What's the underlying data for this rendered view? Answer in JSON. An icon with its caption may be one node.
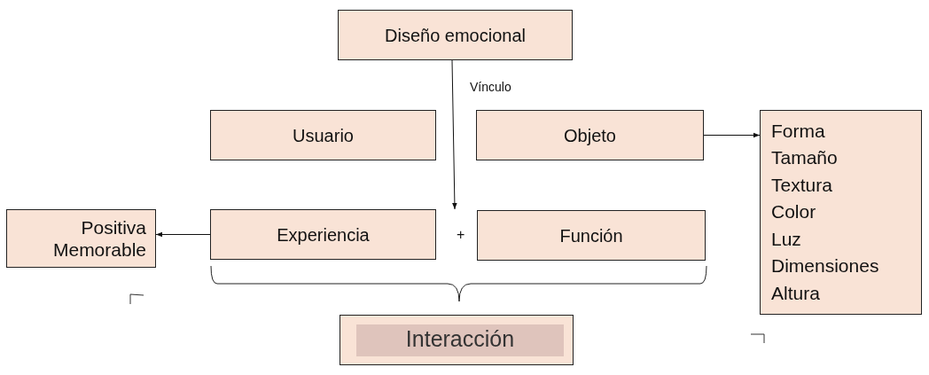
{
  "diagram": {
    "nodes": [
      {
        "text": [
          "Diseño emocional"
        ]
      },
      {
        "text": [
          "Usuario"
        ]
      },
      {
        "text": [
          "Objeto"
        ]
      },
      {
        "text": [
          "Forma",
          "Tamaño",
          "Textura",
          "Color",
          "Luz",
          "Dimensiones",
          "Altura"
        ]
      },
      {
        "text": [
          "Positiva Memorable"
        ]
      },
      {
        "text": [
          "Experiencia"
        ]
      },
      {
        "text": [
          "Función"
        ]
      },
      {
        "text": [
          "Interacción"
        ]
      }
    ],
    "edges": [
      {
        "from": 0,
        "to": 5,
        "arrow": "to",
        "label": "Vínculo"
      },
      {
        "from": 5,
        "to": 4,
        "arrow": "to"
      },
      {
        "from": 2,
        "to": 3,
        "arrow": "to"
      }
    ],
    "labels": [
      "+"
    ]
  }
}
